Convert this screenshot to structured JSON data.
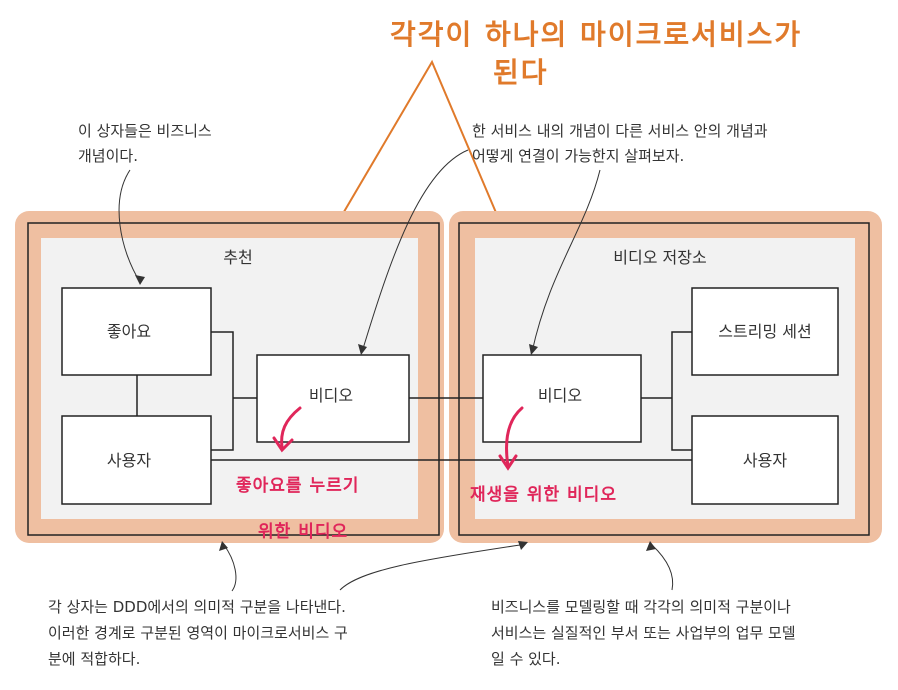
{
  "header": {
    "line1": "각각이 하나의 마이크로서비스가",
    "line2": "된다"
  },
  "notes": {
    "top_left": [
      "이 상자들은 비즈니스",
      "개념이다."
    ],
    "top_right": [
      "한 서비스 내의 개념이 다른 서비스 안의 개념과",
      "어떻게 연결이 가능한지 살펴보자."
    ],
    "bottom_left": [
      "각 상자는 DDD에서의 의미적 구분을 나타낸다.",
      "이러한 경계로 구분된 영역이 마이크로서비스 구",
      "분에 적합하다."
    ],
    "bottom_right": [
      "비즈니스를 모델링할 때 각각의 의미적 구분이나",
      "서비스는 실질적인 부서 또는 사업부의 업무 모델",
      "일 수 있다."
    ]
  },
  "left_context": {
    "title": "추천",
    "likes": "좋아요",
    "user": "사용자",
    "video": "비디오",
    "annotation": [
      "좋아요를 누르기",
      "위한 비디오"
    ]
  },
  "right_context": {
    "title": "비디오 저장소",
    "streaming": "스트리밍 세션",
    "user": "사용자",
    "video": "비디오",
    "annotation": "재생을 위한 비디오"
  },
  "colors": {
    "context_fill": "#efbfa1",
    "inner_fill": "#f2f2f2",
    "orange": "#e07a2b",
    "pink": "#e0265a"
  }
}
